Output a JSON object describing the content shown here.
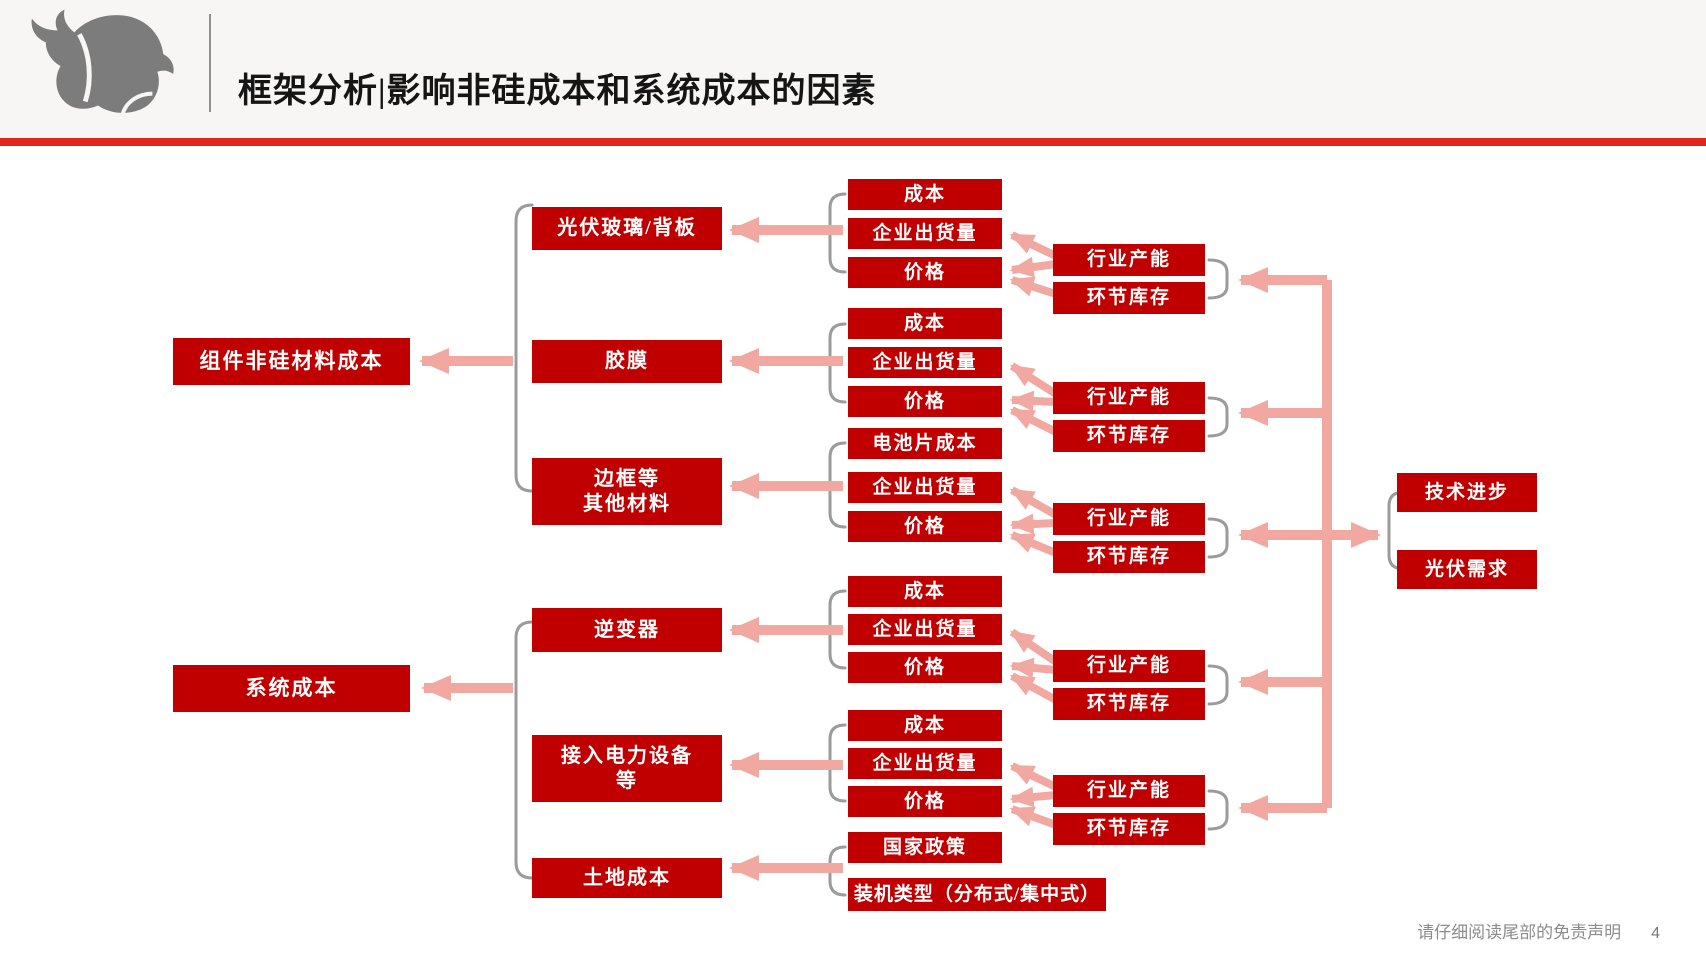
{
  "header": {
    "title": "框架分析|影响非硅成本和系统成本的因素",
    "logo_icon": "bull-logo"
  },
  "colors": {
    "box_red": "#C00000",
    "arrow_pink": "#F0A8A0",
    "bracket_gray": "#9B9B9B",
    "rule_red": "#DF251D",
    "box_text": "#FFFFFF",
    "title_text": "#151515",
    "footer_gray": "#8C8C8C",
    "logo_gray": "#7C7C7C"
  },
  "diagram": {
    "left_nodes": [
      "组件非硅材料成本",
      "系统成本"
    ],
    "clusters": [
      {
        "stage": "光伏玻璃/背板",
        "rows": [
          "成本",
          "企业出货量",
          "价格"
        ],
        "pair": [
          "行业产能",
          "环节库存"
        ]
      },
      {
        "stage": "胶膜",
        "rows": [
          "成本",
          "企业出货量",
          "价格"
        ],
        "pair": [
          "行业产能",
          "环节库存"
        ]
      },
      {
        "stage_lines": [
          "边框等",
          "其他材料"
        ],
        "rows": [
          "电池片成本",
          "企业出货量",
          "价格"
        ],
        "pair": [
          "行业产能",
          "环节库存"
        ]
      },
      {
        "stage": "逆变器",
        "rows": [
          "成本",
          "企业出货量",
          "价格"
        ],
        "pair": [
          "行业产能",
          "环节库存"
        ]
      },
      {
        "stage_lines": [
          "接入电力设备",
          "等"
        ],
        "rows": [
          "成本",
          "企业出货量",
          "价格"
        ],
        "pair": [
          "行业产能",
          "环节库存"
        ]
      },
      {
        "stage": "土地成本",
        "rows": [
          "国家政策",
          "装机类型（分布式/集中式）"
        ]
      }
    ],
    "right_nodes": [
      "技术进步",
      "光伏需求"
    ]
  },
  "footer": {
    "disclaimer": "请仔细阅读尾部的免责声明",
    "page_number": "4"
  }
}
